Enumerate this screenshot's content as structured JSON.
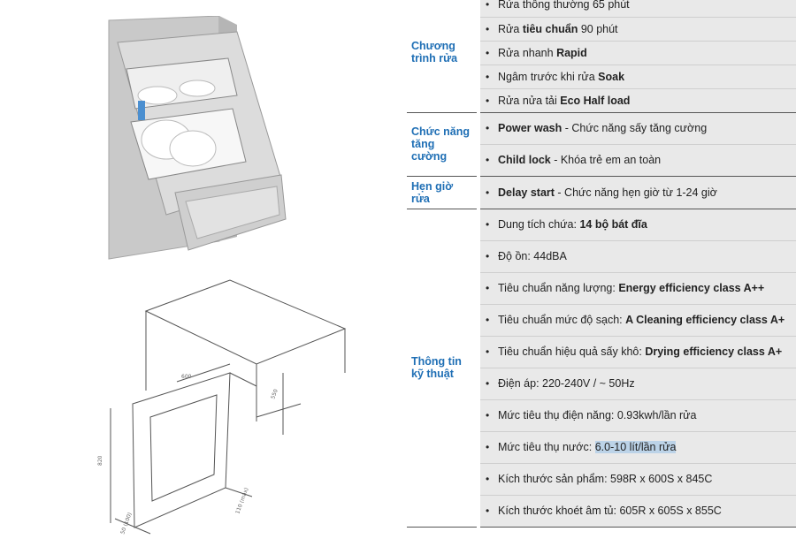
{
  "groups": [
    {
      "title": "Chương trình rửa",
      "rows": [
        {
          "pre": "Rửa thông thường 65 phút",
          "bold": "",
          "post": ""
        },
        {
          "pre": "Rửa ",
          "bold": "tiêu chuẩn",
          "post": " 90 phút"
        },
        {
          "pre": "Rửa nhanh ",
          "bold": "Rapid",
          "post": ""
        },
        {
          "pre": "Ngâm trước khi rửa ",
          "bold": "Soak",
          "post": ""
        },
        {
          "pre": "Rửa nửa tải ",
          "bold": "Eco Half load",
          "post": ""
        }
      ]
    },
    {
      "title": "Chức năng tăng cường",
      "rows": [
        {
          "pre": "",
          "bold": "Power wash",
          "post": " - Chức năng sấy tăng cường"
        },
        {
          "pre": "",
          "bold": "Child lock",
          "post": " - Khóa trẻ em an toàn"
        }
      ]
    },
    {
      "title": "Hẹn giờ rửa",
      "rows": [
        {
          "pre": "",
          "bold": "Delay start",
          "post": " - Chức năng hẹn giờ từ 1-24 giờ"
        }
      ]
    },
    {
      "title": "Thông tin kỹ thuật",
      "rows": [
        {
          "pre": "Dung tích chứa: ",
          "bold": "14 bộ bát đĩa",
          "post": ""
        },
        {
          "pre": "Độ ồn: 44dBA",
          "bold": "",
          "post": ""
        },
        {
          "pre": "Tiêu chuẩn năng lượng: ",
          "bold": "Energy efficiency class A++",
          "post": ""
        },
        {
          "pre": "Tiêu chuẩn mức độ sạch: ",
          "bold": "A Cleaning efficiency class A+",
          "post": ""
        },
        {
          "pre": "Tiêu chuẩn hiệu quả sấy khô: ",
          "bold": "Drying efficiency class A+",
          "post": ""
        },
        {
          "pre": "Điện áp: 220-240V / ~ 50Hz",
          "bold": "",
          "post": ""
        },
        {
          "pre": "Mức tiêu thụ điện năng: 0.93kwh/lần rửa",
          "bold": "",
          "post": ""
        },
        {
          "pre": "Mức tiêu thụ nước: ",
          "bold": "",
          "post": "",
          "highlight": "6.0-10 lít/lần rửa"
        },
        {
          "pre": "Kích thước sản phẩm: 598R x 600S x 845C",
          "bold": "",
          "post": ""
        },
        {
          "pre": "Kích thước khoét âm tủ: 605R x 605S x 855C",
          "bold": "",
          "post": ""
        }
      ]
    }
  ],
  "colors": {
    "category": "#1f6fb5",
    "row_bg": "#e9e9e9",
    "highlight": "#bcd3e8"
  },
  "images": [
    "dishwasher-photo",
    "installation-diagram"
  ]
}
